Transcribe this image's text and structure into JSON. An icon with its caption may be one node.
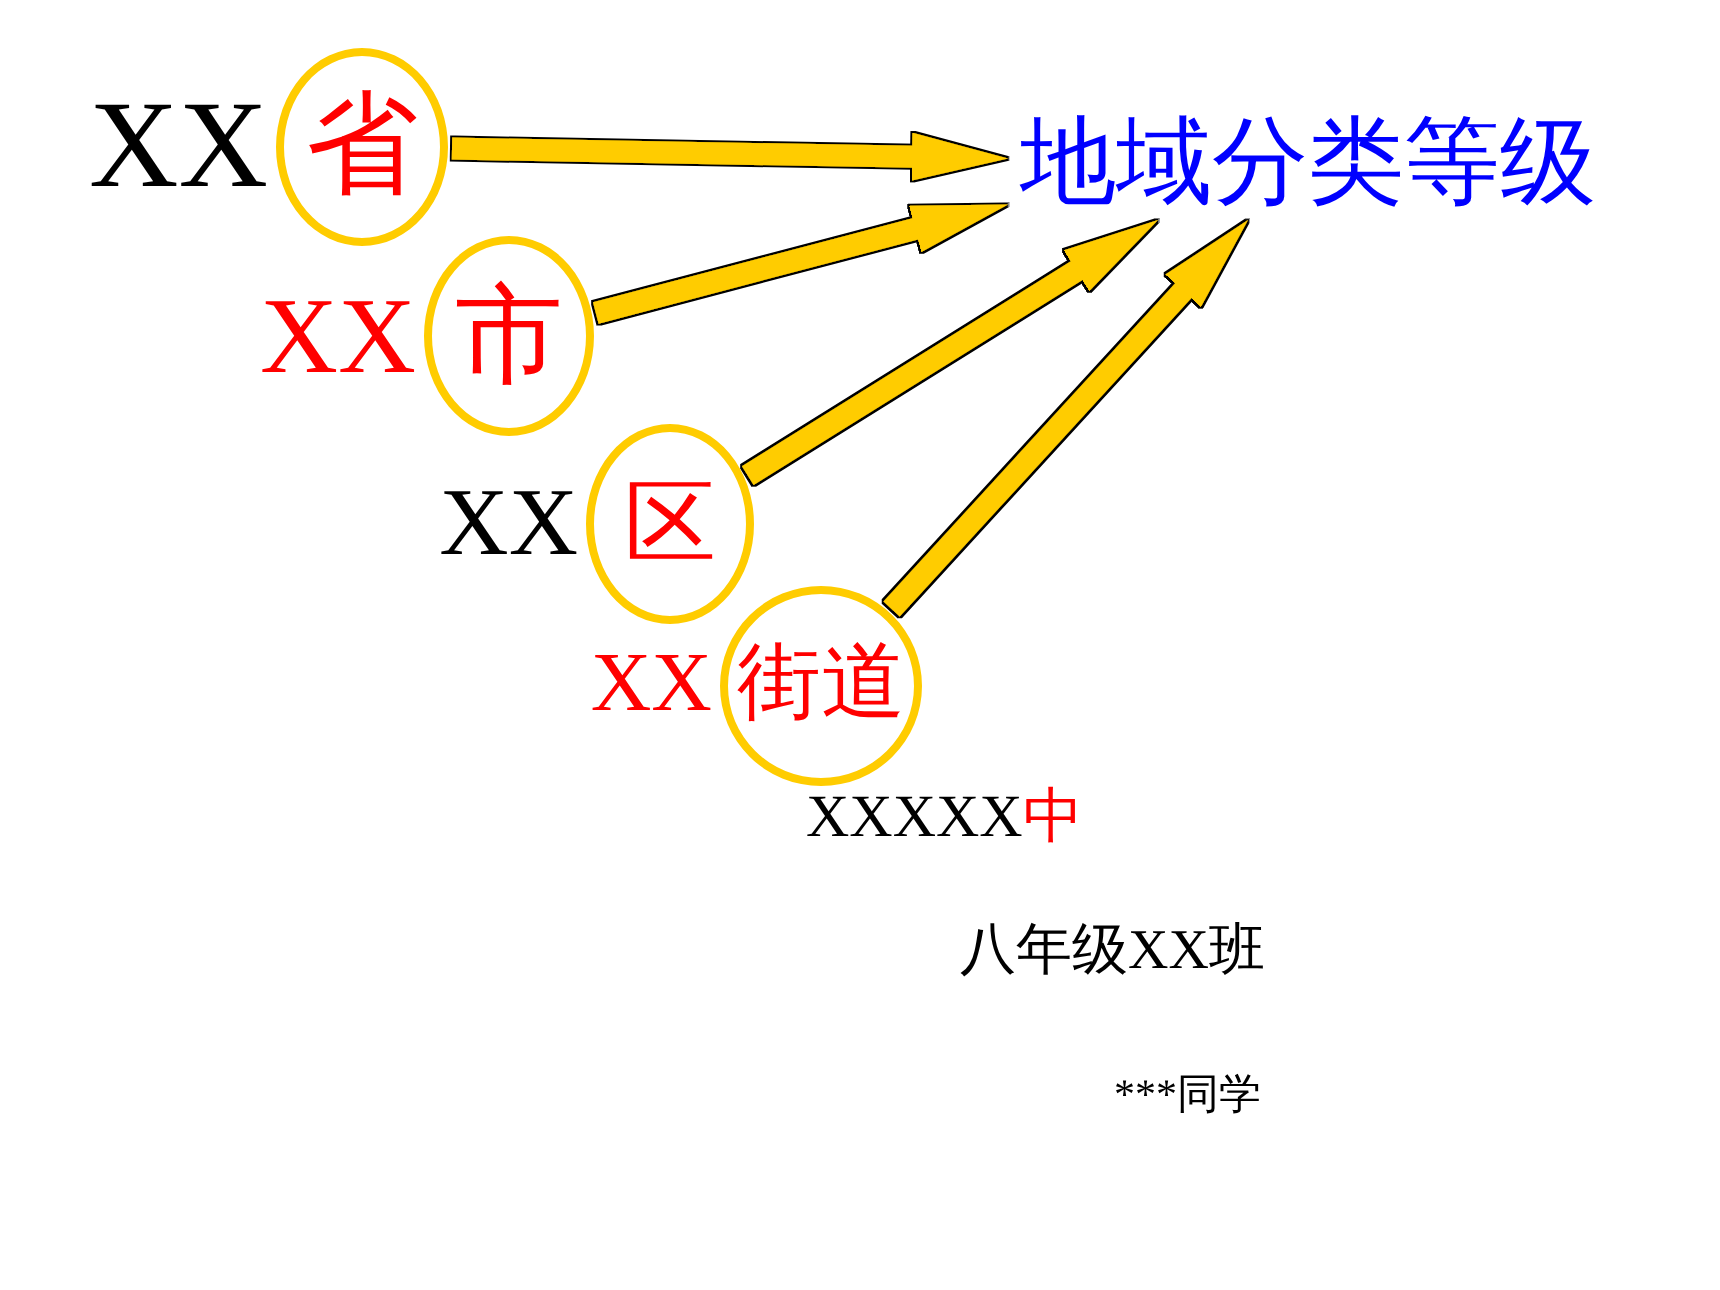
{
  "diagram": {
    "nodes": [
      {
        "text": [
          "省"
        ],
        "beside": [
          "XX"
        ]
      },
      {
        "text": [
          "市"
        ],
        "beside": [
          "XX"
        ]
      },
      {
        "text": [
          "区"
        ],
        "beside": [
          "XX"
        ]
      },
      {
        "text": [
          "街道"
        ],
        "beside": [
          "XX"
        ]
      },
      {
        "text": [
          "地域分类等级"
        ]
      }
    ],
    "edges": [
      {
        "from": 0,
        "to": 4,
        "arrow": "to"
      },
      {
        "from": 1,
        "to": 4,
        "arrow": "to"
      },
      {
        "from": 2,
        "to": 4,
        "arrow": "to"
      },
      {
        "from": 3,
        "to": 4,
        "arrow": "to"
      }
    ],
    "labels": [
      "XXXXX中",
      "八年级XX班",
      "***同学"
    ]
  }
}
